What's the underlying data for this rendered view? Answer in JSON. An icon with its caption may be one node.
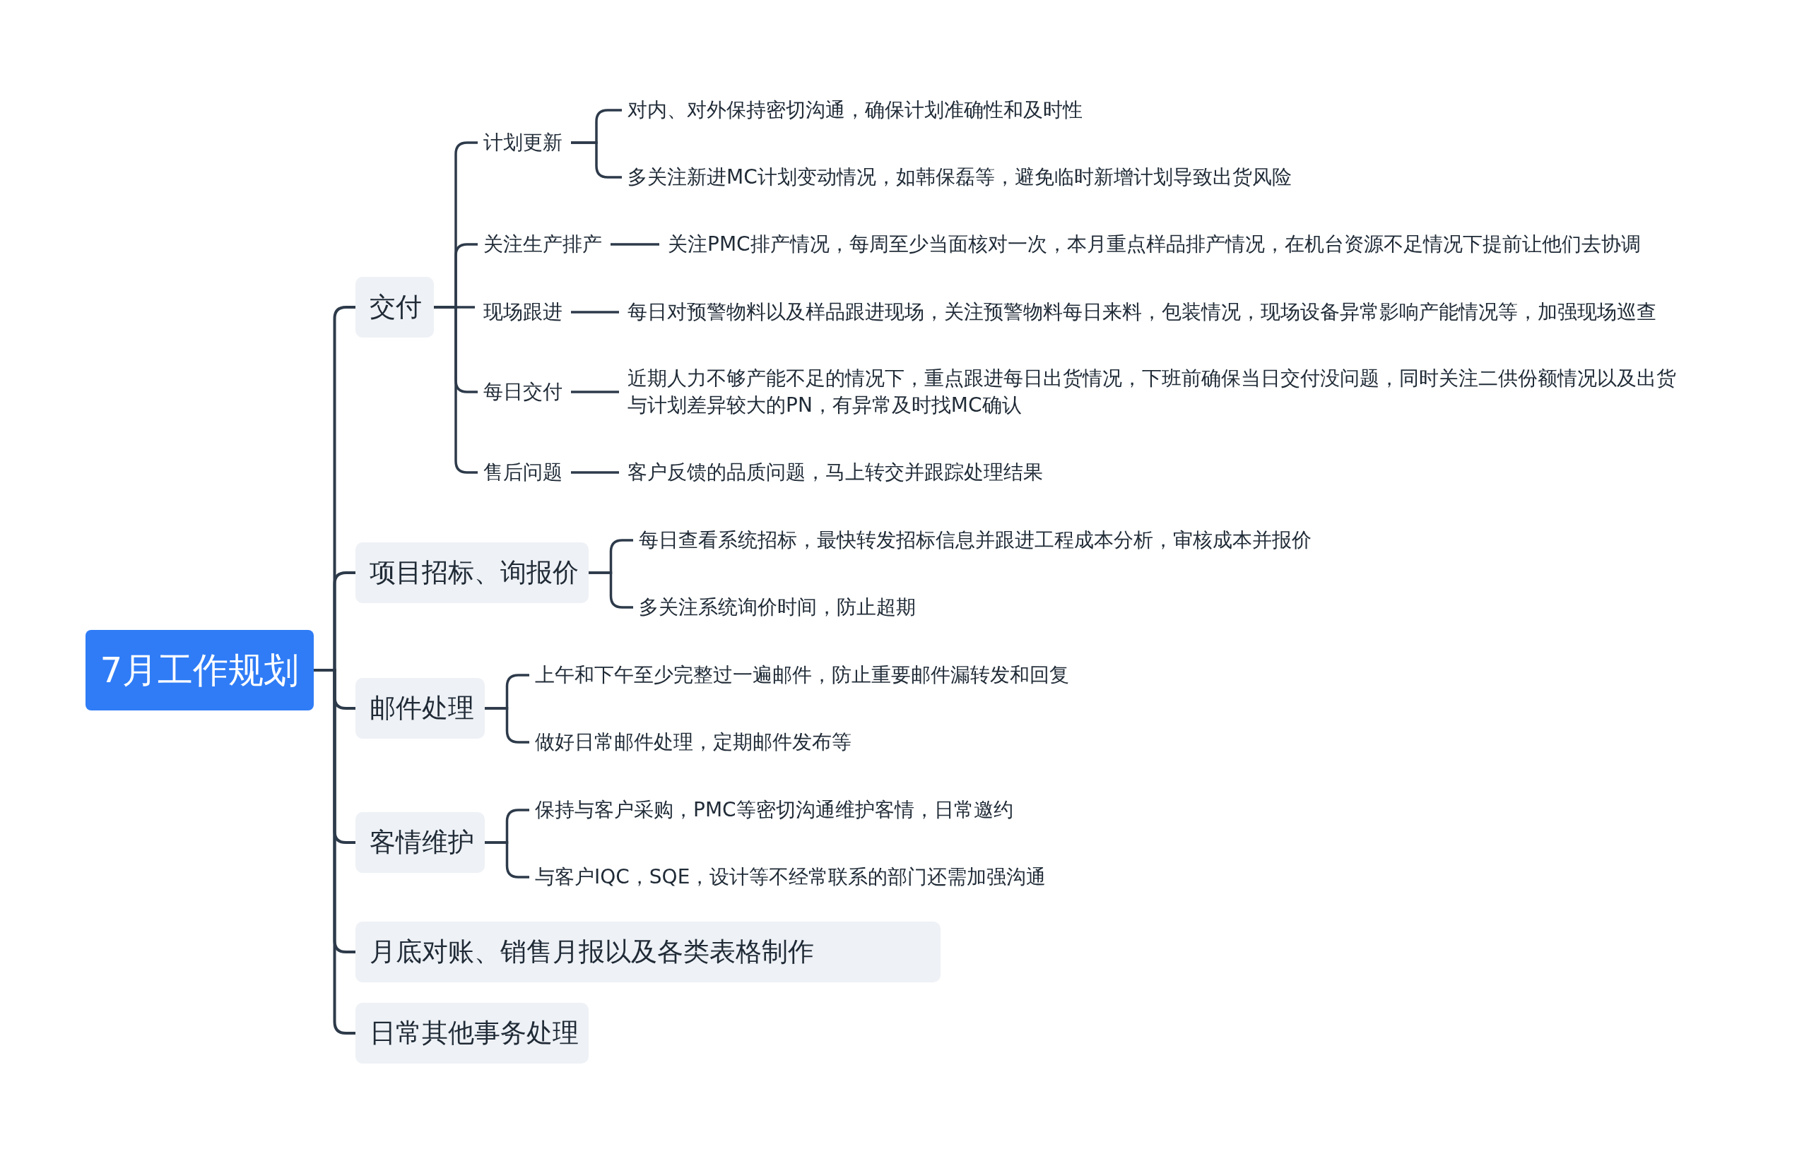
{
  "diagram": {
    "nodes": [
      {
        "text": [
          "7月工作规划"
        ]
      },
      {
        "text": [
          "交付"
        ]
      },
      {
        "text": [
          "计划更新"
        ]
      },
      {
        "text": [
          "对内、对外保持密切沟通，确保计划准确性和及时性"
        ]
      },
      {
        "text": [
          "多关注新进MC计划变动情况，如韩保磊等，避免临时新增计划导致出货风险"
        ]
      },
      {
        "text": [
          "关注生产排产"
        ]
      },
      {
        "text": [
          "关注PMC排产情况，每周至少当面核对一次，本月重点样品排产情况，在机台资源不足情况下提前让他们去协调"
        ]
      },
      {
        "text": [
          "现场跟进"
        ]
      },
      {
        "text": [
          "每日对预警物料以及样品跟进现场，关注预警物料每日来料，包装情况，现场设备异常影响产能情况等，加强现场巡查"
        ]
      },
      {
        "text": [
          "每日交付"
        ]
      },
      {
        "text": [
          "近期人力不够产能不足的情况下，重点跟进每日出货情况，下班前确保当日交付没问题，同时关注二供份额情况以及出货与计划差异较大的PN，有异常及时找MC确认"
        ]
      },
      {
        "text": [
          "售后问题"
        ]
      },
      {
        "text": [
          "客户反馈的品质问题，马上转交并跟踪处理结果"
        ]
      },
      {
        "text": [
          "项目招标、询报价"
        ]
      },
      {
        "text": [
          "每日查看系统招标，最快转发招标信息并跟进工程成本分析，审核成本并报价"
        ]
      },
      {
        "text": [
          "多关注系统询价时间，防止超期"
        ]
      },
      {
        "text": [
          "邮件处理"
        ]
      },
      {
        "text": [
          "上午和下午至少完整过一遍邮件，防止重要邮件漏转发和回复"
        ]
      },
      {
        "text": [
          "做好日常邮件处理，定期邮件发布等"
        ]
      },
      {
        "text": [
          "客情维护"
        ]
      },
      {
        "text": [
          "保持与客户采购，PMC等密切沟通维护客情，日常邀约"
        ]
      },
      {
        "text": [
          "与客户IQC，SQE，设计等不经常联系的部门还需加强沟通"
        ]
      },
      {
        "text": [
          "月底对账、销售月报以及各类表格制作"
        ]
      },
      {
        "text": [
          "日常其他事务处理"
        ]
      }
    ],
    "edges": [
      {
        "from": 0,
        "to": 1,
        "arrow": "none"
      },
      {
        "from": 0,
        "to": 13,
        "arrow": "none"
      },
      {
        "from": 0,
        "to": 16,
        "arrow": "none"
      },
      {
        "from": 0,
        "to": 19,
        "arrow": "none"
      },
      {
        "from": 0,
        "to": 22,
        "arrow": "none"
      },
      {
        "from": 0,
        "to": 23,
        "arrow": "none"
      },
      {
        "from": 1,
        "to": 2,
        "arrow": "none"
      },
      {
        "from": 1,
        "to": 5,
        "arrow": "none"
      },
      {
        "from": 1,
        "to": 7,
        "arrow": "none"
      },
      {
        "from": 1,
        "to": 9,
        "arrow": "none"
      },
      {
        "from": 1,
        "to": 11,
        "arrow": "none"
      },
      {
        "from": 2,
        "to": 3,
        "arrow": "none"
      },
      {
        "from": 2,
        "to": 4,
        "arrow": "none"
      },
      {
        "from": 5,
        "to": 6,
        "arrow": "none"
      },
      {
        "from": 7,
        "to": 8,
        "arrow": "none"
      },
      {
        "from": 9,
        "to": 10,
        "arrow": "none"
      },
      {
        "from": 11,
        "to": 12,
        "arrow": "none"
      },
      {
        "from": 13,
        "to": 14,
        "arrow": "none"
      },
      {
        "from": 13,
        "to": 15,
        "arrow": "none"
      },
      {
        "from": 16,
        "to": 17,
        "arrow": "none"
      },
      {
        "from": 16,
        "to": 18,
        "arrow": "none"
      },
      {
        "from": 19,
        "to": 20,
        "arrow": "none"
      },
      {
        "from": 19,
        "to": 21,
        "arrow": "none"
      }
    ]
  }
}
